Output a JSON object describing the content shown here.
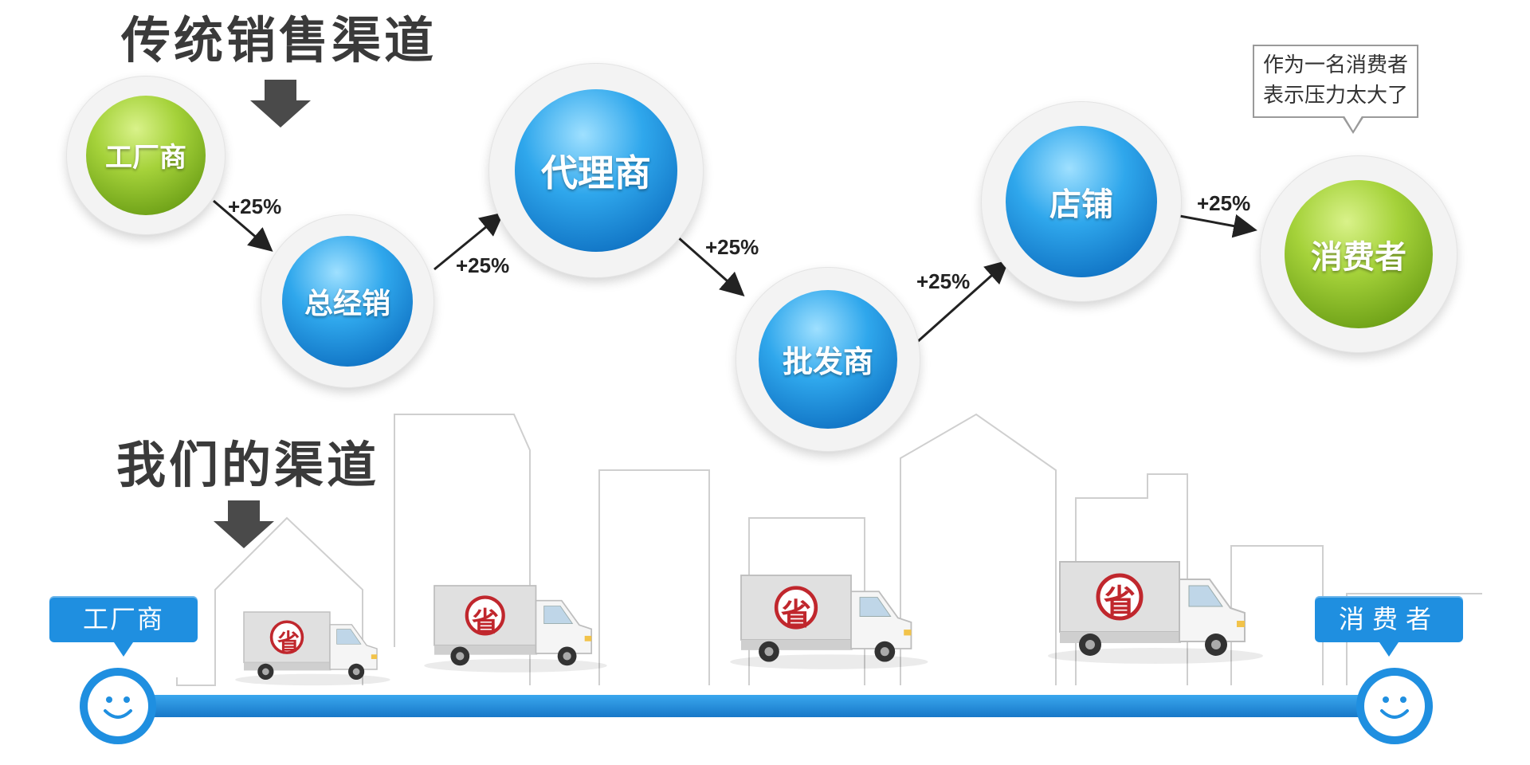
{
  "traditional": {
    "title": "传统销售渠道",
    "nodes": [
      {
        "label": "工厂商",
        "color": "green"
      },
      {
        "label": "总经销",
        "color": "blue"
      },
      {
        "label": "代理商",
        "color": "blue"
      },
      {
        "label": "批发商",
        "color": "blue"
      },
      {
        "label": "店铺",
        "color": "blue"
      },
      {
        "label": "消费者",
        "color": "green"
      }
    ],
    "markup": "+25%",
    "callout": [
      "作为一名消费者",
      "表示压力太大了"
    ]
  },
  "ours": {
    "title": "我们的渠道",
    "start_label": "工厂商",
    "end_label": "消费者",
    "truck_mark": "省",
    "truck_count": 4
  },
  "colors": {
    "green": "#8cc63f",
    "blue": "#1e8fe0",
    "title": "#3a3a3a",
    "timeline": "#1f8fe0"
  }
}
